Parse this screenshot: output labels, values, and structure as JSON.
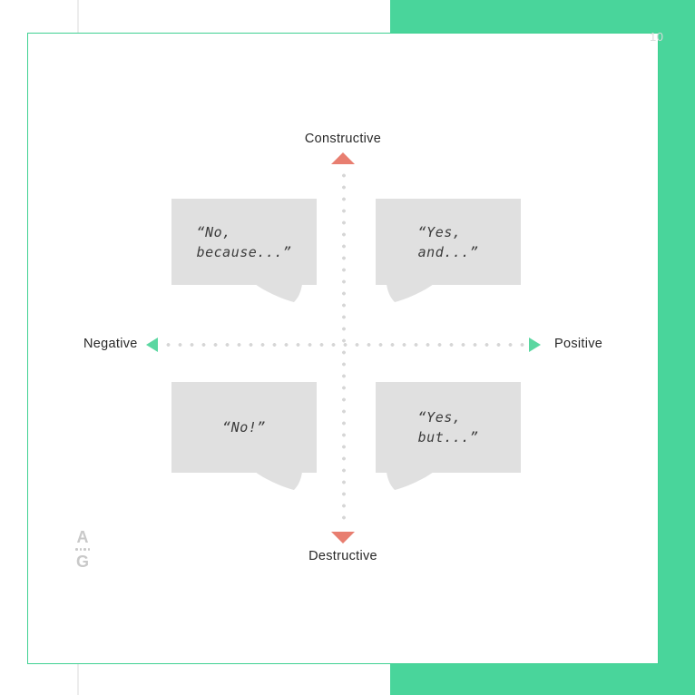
{
  "watermark": "10",
  "axes": {
    "top_label": "Constructive",
    "bottom_label": "Destructive",
    "left_label": "Negative",
    "right_label": "Positive"
  },
  "bubbles": [
    {
      "quadrant": "top-left",
      "line1": "“No,",
      "line2": "because...”"
    },
    {
      "quadrant": "top-right",
      "line1": "“Yes,",
      "line2": "and...”"
    },
    {
      "quadrant": "bottom-left",
      "line1": "“No!”"
    },
    {
      "quadrant": "bottom-right",
      "line1": "“Yes,",
      "line2": "but...”"
    }
  ],
  "logo": {
    "letter_top": "A",
    "letter_bottom": "G"
  },
  "colors": {
    "background_green": "#49d59b",
    "card_border_green": "#3fd192",
    "arrow_salmon": "#e87e70",
    "arrow_green": "#5bd7a1",
    "bubble_gray": "#e0e0e0",
    "axis_dot_gray": "#d6d6d6",
    "label_dark": "#282828",
    "logo_gray": "#c9c9c9"
  }
}
